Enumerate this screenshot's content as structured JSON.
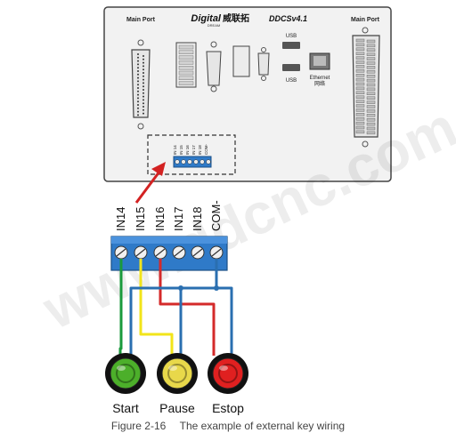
{
  "controller": {
    "brand_prefix": "Digital",
    "brand_suffix": "威联拓",
    "brand_sub": "DREAM",
    "model": "DDCSv4.1",
    "left_port_label": "Main Port",
    "right_port_label": "Main Port",
    "usb_top_label": "USB",
    "usb_bottom_label": "USB",
    "ethernet_label": "Ethernet",
    "ethernet_label_cn": "网络",
    "mini_terminal_labels": [
      "IN 14",
      "IN 15",
      "IN 16",
      "IN 17",
      "IN 18",
      "COM-"
    ]
  },
  "terminal": {
    "labels": [
      "IN14",
      "IN15",
      "IN16",
      "IN17",
      "IN18",
      "COM-"
    ]
  },
  "buttons": [
    {
      "label": "Start",
      "color": "#4caf2a"
    },
    {
      "label": "Pause",
      "color": "#e8d84a"
    },
    {
      "label": "Estop",
      "color": "#e02020"
    }
  ],
  "wires": {
    "green": "#1a9a3c",
    "yellow": "#f2e41a",
    "red": "#d42a2a",
    "blue": "#2a6fb0"
  },
  "watermark": "www.ddcnc.com",
  "caption": {
    "figure": "Figure 2-16",
    "text": "The example of external key wiring"
  }
}
